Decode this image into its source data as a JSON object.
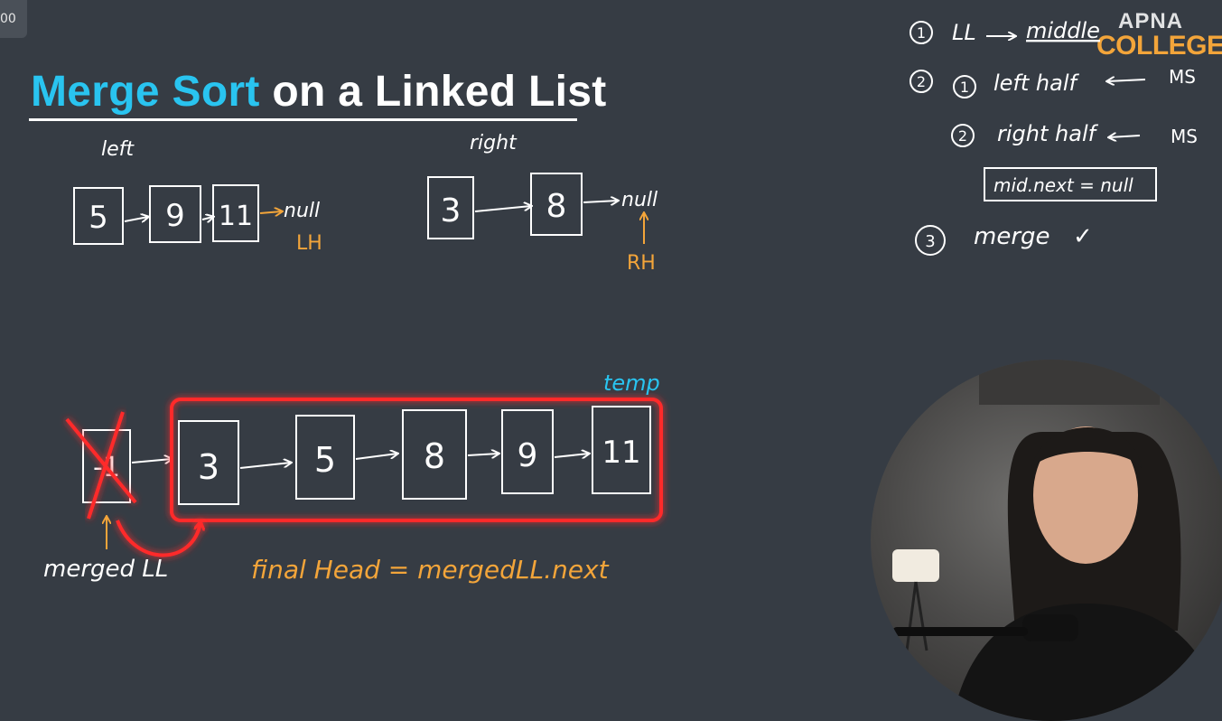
{
  "corner_label": "00",
  "title": {
    "accent": "Merge Sort",
    "rest": "on a Linked List"
  },
  "logo": {
    "line1": "APNA",
    "line2": "COLLEGE"
  },
  "left_list": {
    "label": "left",
    "nodes": [
      "5",
      "9",
      "11"
    ],
    "null_label": "null",
    "pointer_label": "LH"
  },
  "right_list": {
    "label": "right",
    "nodes": [
      "3",
      "8"
    ],
    "null_label": "null",
    "pointer_label": "RH"
  },
  "merged_list": {
    "dummy_node": "-1",
    "nodes": [
      "3",
      "5",
      "8",
      "9",
      "11"
    ],
    "temp_label": "temp",
    "dummy_label": "merged LL"
  },
  "final_line": "final Head = mergedLL.next",
  "steps": {
    "step1": {
      "num": "1",
      "text": "LL",
      "target": "middle"
    },
    "step2": {
      "num": "2",
      "sub1": {
        "num": "1",
        "text": "left half",
        "ms": "MS"
      },
      "sub2": {
        "num": "2",
        "text": "right half",
        "ms": "MS"
      },
      "boxed": "mid.next = null"
    },
    "step3": {
      "num": "3",
      "text": "merge",
      "check": "✓"
    }
  },
  "colors": {
    "background": "#363c44",
    "accent": "#29c4f0",
    "orange": "#f3a53a",
    "highlight": "#ff2b2b",
    "ink": "#ffffff"
  },
  "icons": [
    "right-arrow-icon",
    "up-arrow-icon",
    "cross-mark-icon",
    "check-mark-icon"
  ]
}
